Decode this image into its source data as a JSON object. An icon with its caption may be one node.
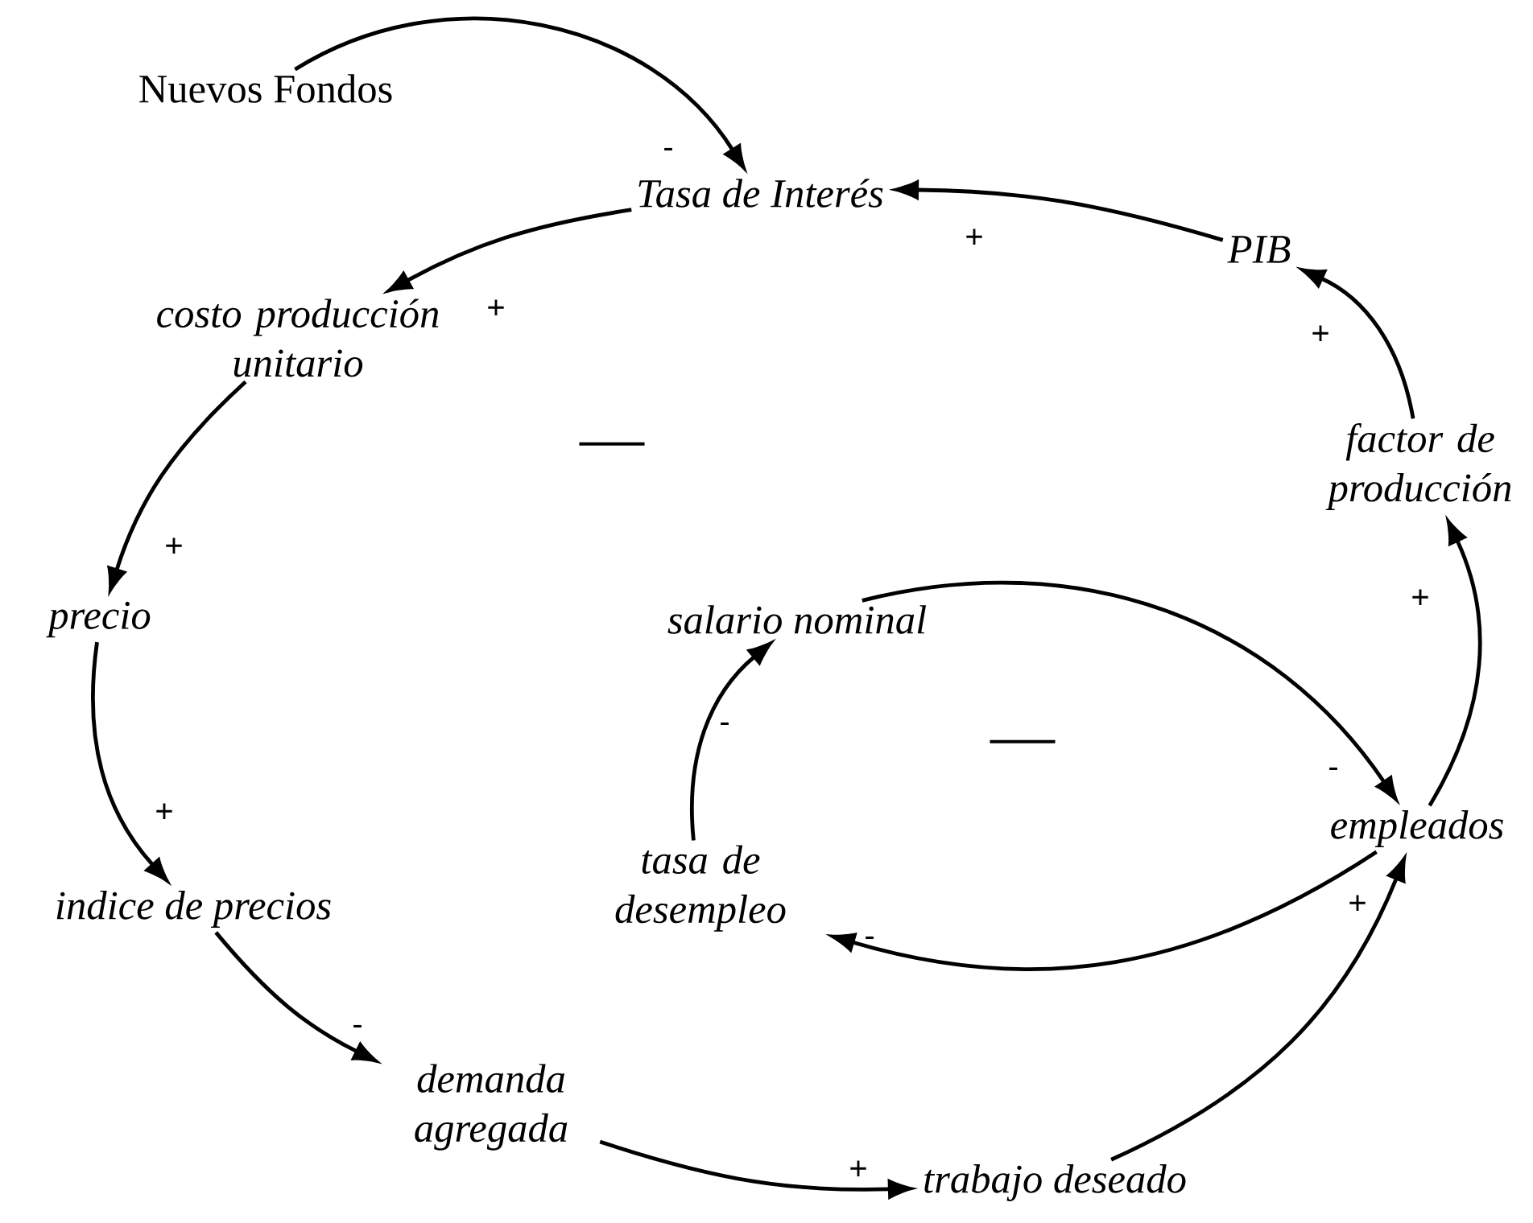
{
  "diagram": {
    "nodes": [
      {
        "text": [
          "Nuevos Fondos"
        ]
      },
      {
        "text": [
          "Tasa de Interés"
        ]
      },
      {
        "text": [
          "costo producción unitario"
        ]
      },
      {
        "text": [
          "PIB"
        ]
      },
      {
        "text": [
          "factor de producción"
        ]
      },
      {
        "text": [
          "precio"
        ]
      },
      {
        "text": [
          "salario nominal"
        ]
      },
      {
        "text": [
          "empleados"
        ]
      },
      {
        "text": [
          "tasa de desempleo"
        ]
      },
      {
        "text": [
          "indice de precios"
        ]
      },
      {
        "text": [
          "demanda agregada"
        ]
      },
      {
        "text": [
          "trabajo deseado"
        ]
      }
    ],
    "edges": [
      {
        "from": 0,
        "to": 1,
        "arrow": "to",
        "label": "-"
      },
      {
        "from": 1,
        "to": 2,
        "arrow": "to",
        "label": "+"
      },
      {
        "from": 2,
        "to": 5,
        "arrow": "to",
        "label": "+"
      },
      {
        "from": 5,
        "to": 9,
        "arrow": "to",
        "label": "+"
      },
      {
        "from": 9,
        "to": 10,
        "arrow": "to",
        "label": "-"
      },
      {
        "from": 10,
        "to": 11,
        "arrow": "to",
        "label": "+"
      },
      {
        "from": 11,
        "to": 7,
        "arrow": "to",
        "label": "+"
      },
      {
        "from": 7,
        "to": 8,
        "arrow": "to",
        "label": "-"
      },
      {
        "from": 8,
        "to": 6,
        "arrow": "to",
        "label": "-"
      },
      {
        "from": 6,
        "to": 7,
        "arrow": "to",
        "label": "-"
      },
      {
        "from": 7,
        "to": 4,
        "arrow": "to",
        "label": "+"
      },
      {
        "from": 4,
        "to": 3,
        "arrow": "to",
        "label": "+"
      },
      {
        "from": 3,
        "to": 1,
        "arrow": "to",
        "label": "+"
      }
    ],
    "labels": [
      "—",
      "—"
    ]
  }
}
